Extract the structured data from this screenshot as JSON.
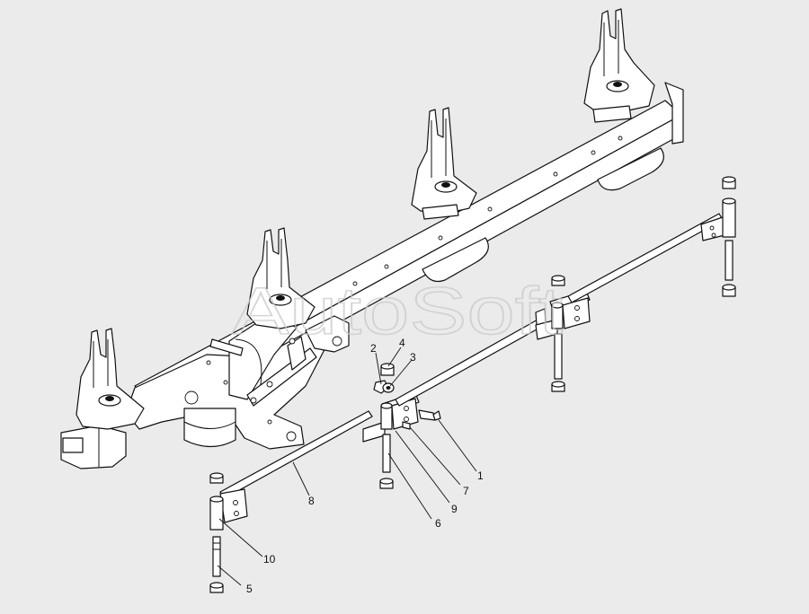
{
  "watermark": "AutoSoft",
  "callouts": [
    {
      "label": "1"
    },
    {
      "label": "2"
    },
    {
      "label": "3"
    },
    {
      "label": "4"
    },
    {
      "label": "5"
    },
    {
      "label": "6"
    },
    {
      "label": "7"
    },
    {
      "label": "8"
    },
    {
      "label": "9"
    },
    {
      "label": "10"
    }
  ],
  "colors": {
    "background": "#ebebeb",
    "line": "#111111",
    "part_fill": "#ffffff",
    "watermark": "#c9c9c9"
  }
}
